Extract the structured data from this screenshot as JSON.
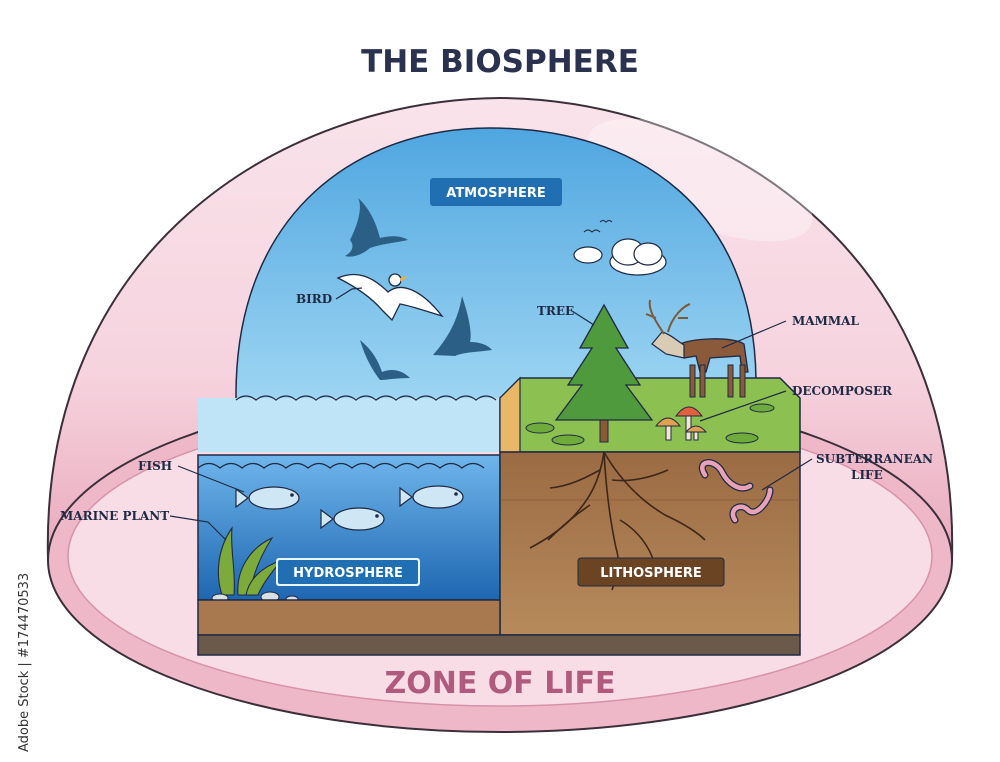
{
  "title": "THE BIOSPHERE",
  "zone_label": "ZONE OF LIFE",
  "sphere_tags": {
    "atmosphere": "ATMOSPHERE",
    "hydrosphere": "HYDROSPHERE",
    "lithosphere": "LITHOSPHERE"
  },
  "callouts": {
    "bird": "BIRD",
    "tree": "TREE",
    "mammal": "MAMMAL",
    "decomposer": "DECOMPOSER",
    "subterranean_line1": "SUBTERRANEAN",
    "subterranean_line2": "LIFE",
    "fish": "FISH",
    "marine_plant": "MARINE PLANT"
  },
  "stock_id": "Adobe Stock | #174470533",
  "colors": {
    "dome": "#f4c9d6",
    "dome_stroke": "#3b2f3a",
    "sky": "#7cc6ee",
    "water": "#2f7fc4",
    "grass": "#8cc152",
    "soil": "#a8794f",
    "tag_blue": "#1f6fb2",
    "tag_brown": "#6b4423",
    "title": "#2b3250",
    "zone": "#b05a7e"
  }
}
